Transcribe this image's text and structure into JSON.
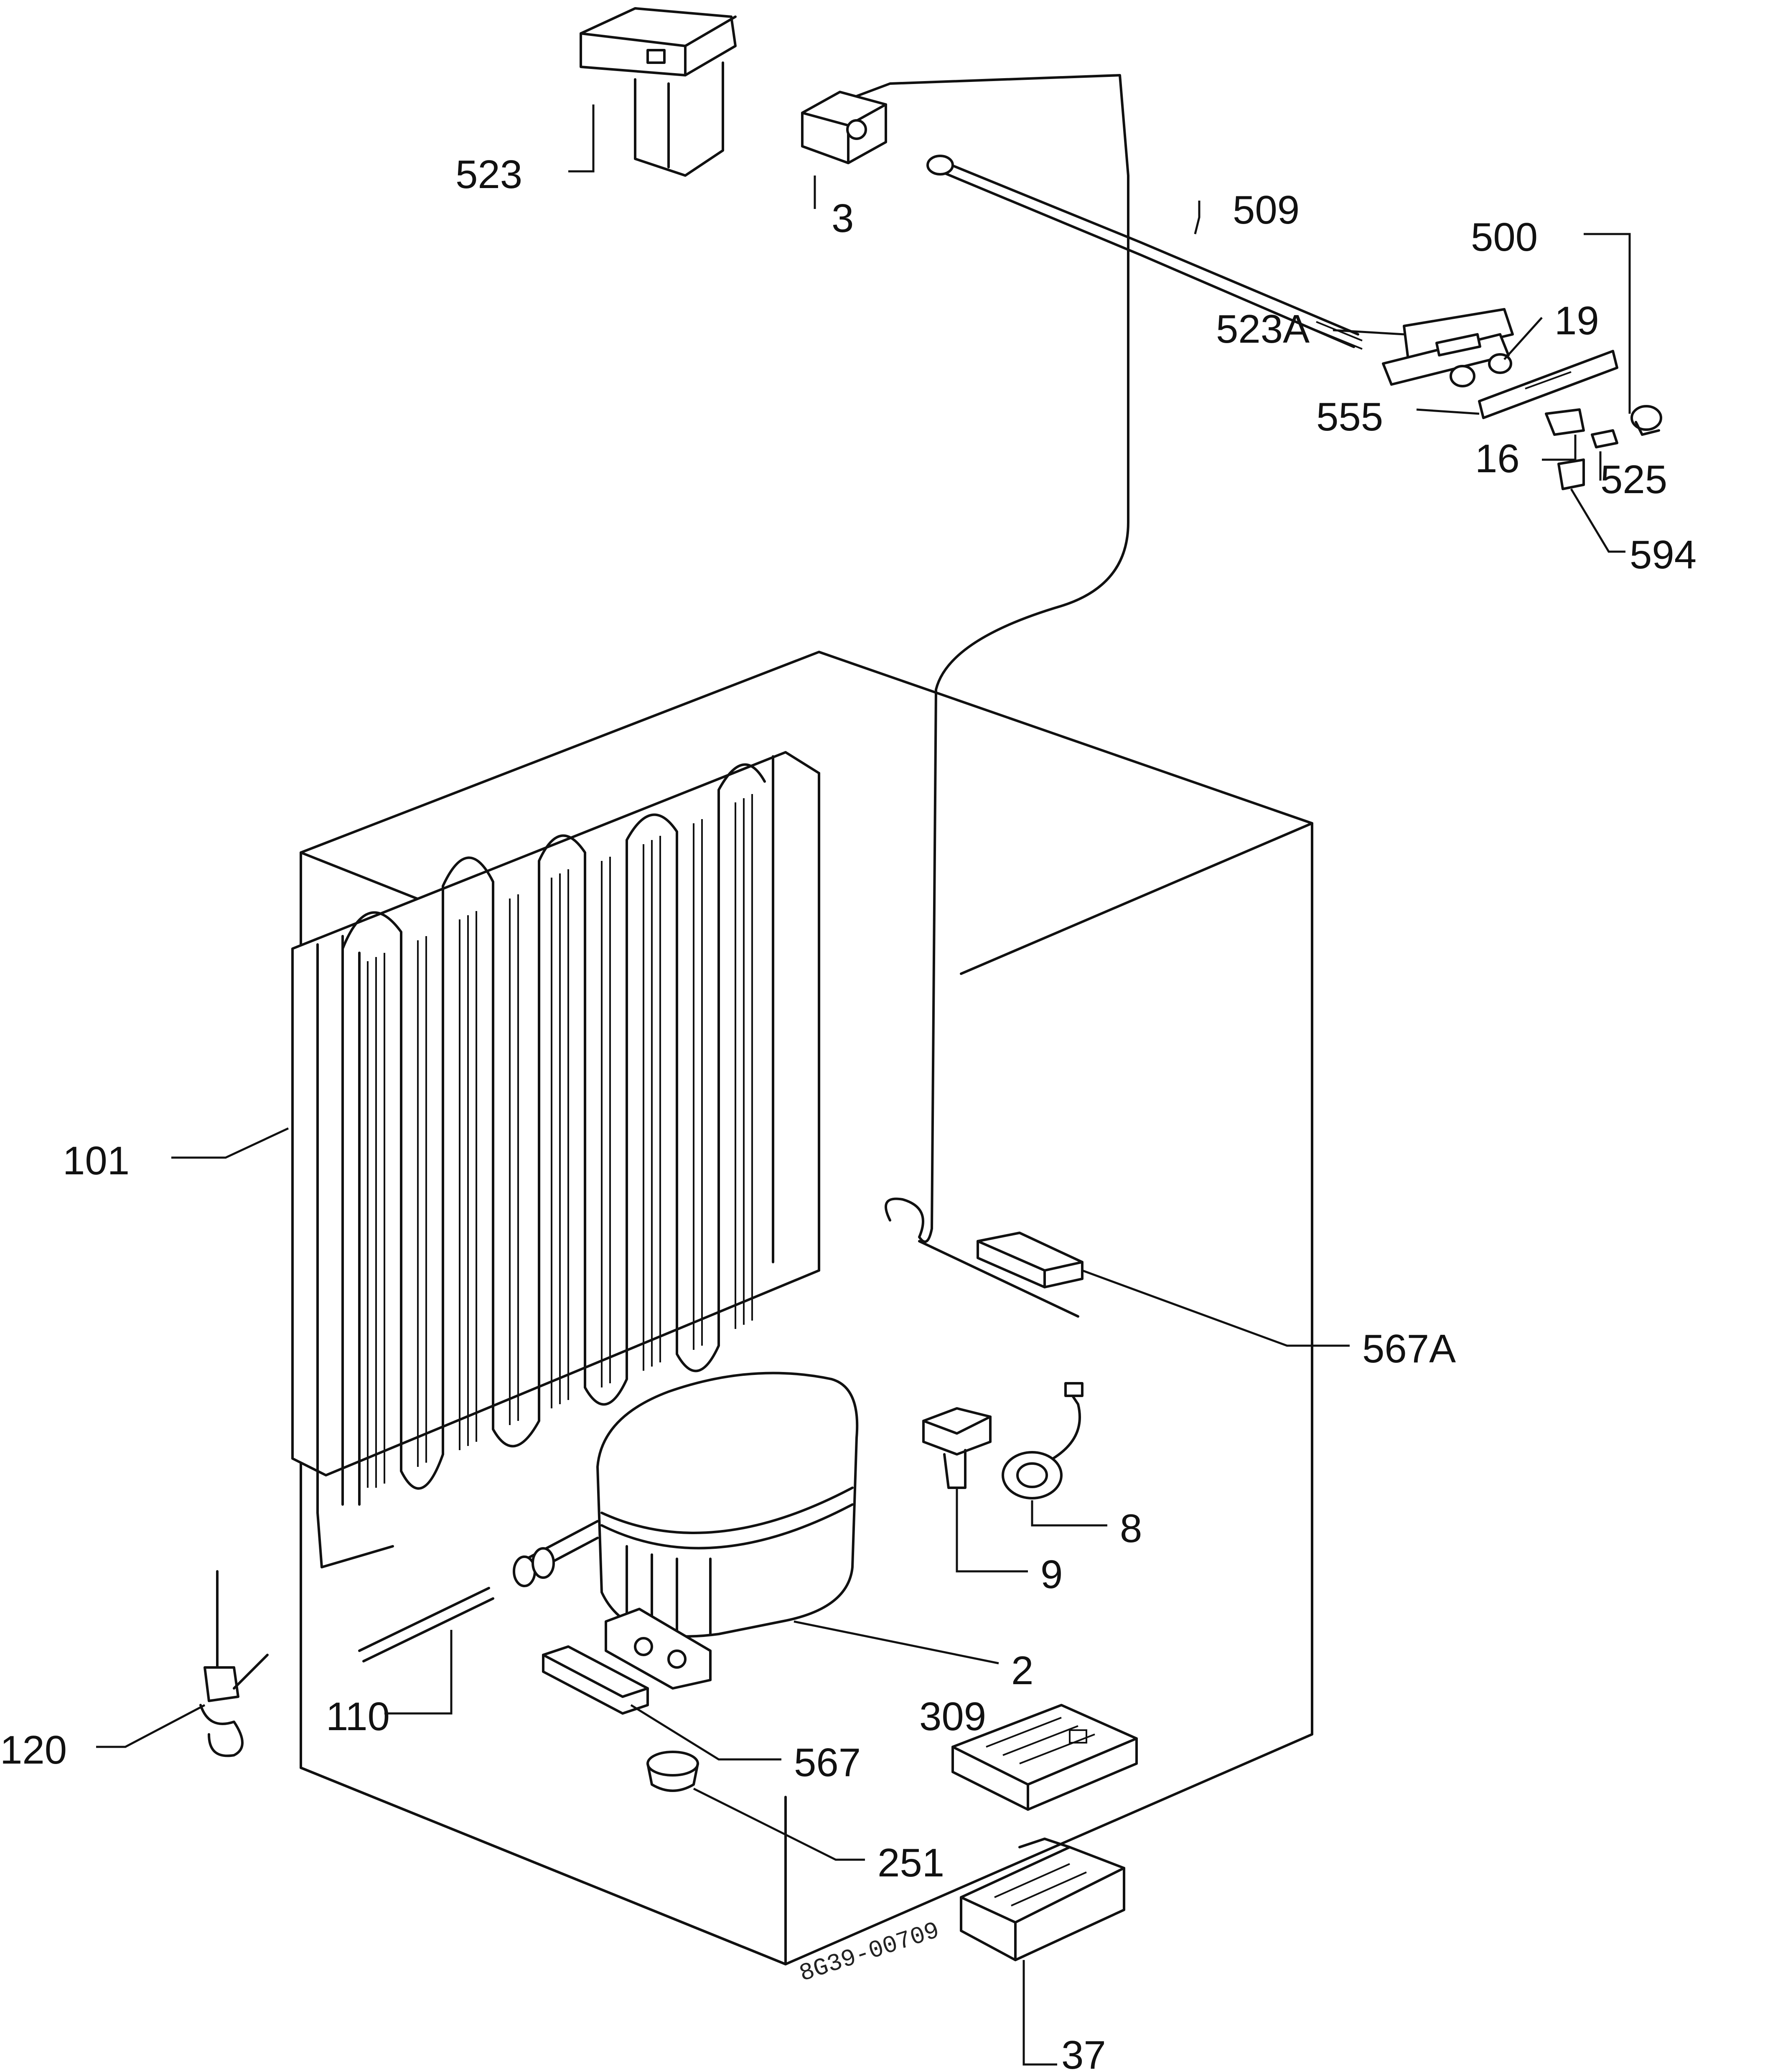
{
  "parts": [
    {
      "id": "523",
      "text": "523"
    },
    {
      "id": "3",
      "text": "3"
    },
    {
      "id": "509",
      "text": "509"
    },
    {
      "id": "500",
      "text": "500"
    },
    {
      "id": "523A",
      "text": "523A"
    },
    {
      "id": "19",
      "text": "19"
    },
    {
      "id": "555",
      "text": "555"
    },
    {
      "id": "16",
      "text": "16"
    },
    {
      "id": "525",
      "text": "525"
    },
    {
      "id": "594",
      "text": "594"
    },
    {
      "id": "101",
      "text": "101"
    },
    {
      "id": "567A",
      "text": "567A"
    },
    {
      "id": "8",
      "text": "8"
    },
    {
      "id": "9",
      "text": "9"
    },
    {
      "id": "2",
      "text": "2"
    },
    {
      "id": "309",
      "text": "309"
    },
    {
      "id": "110",
      "text": "110"
    },
    {
      "id": "120",
      "text": "120"
    },
    {
      "id": "567",
      "text": "567"
    },
    {
      "id": "251",
      "text": "251"
    },
    {
      "id": "37",
      "text": "37"
    }
  ],
  "stamp": "8G39-00709"
}
